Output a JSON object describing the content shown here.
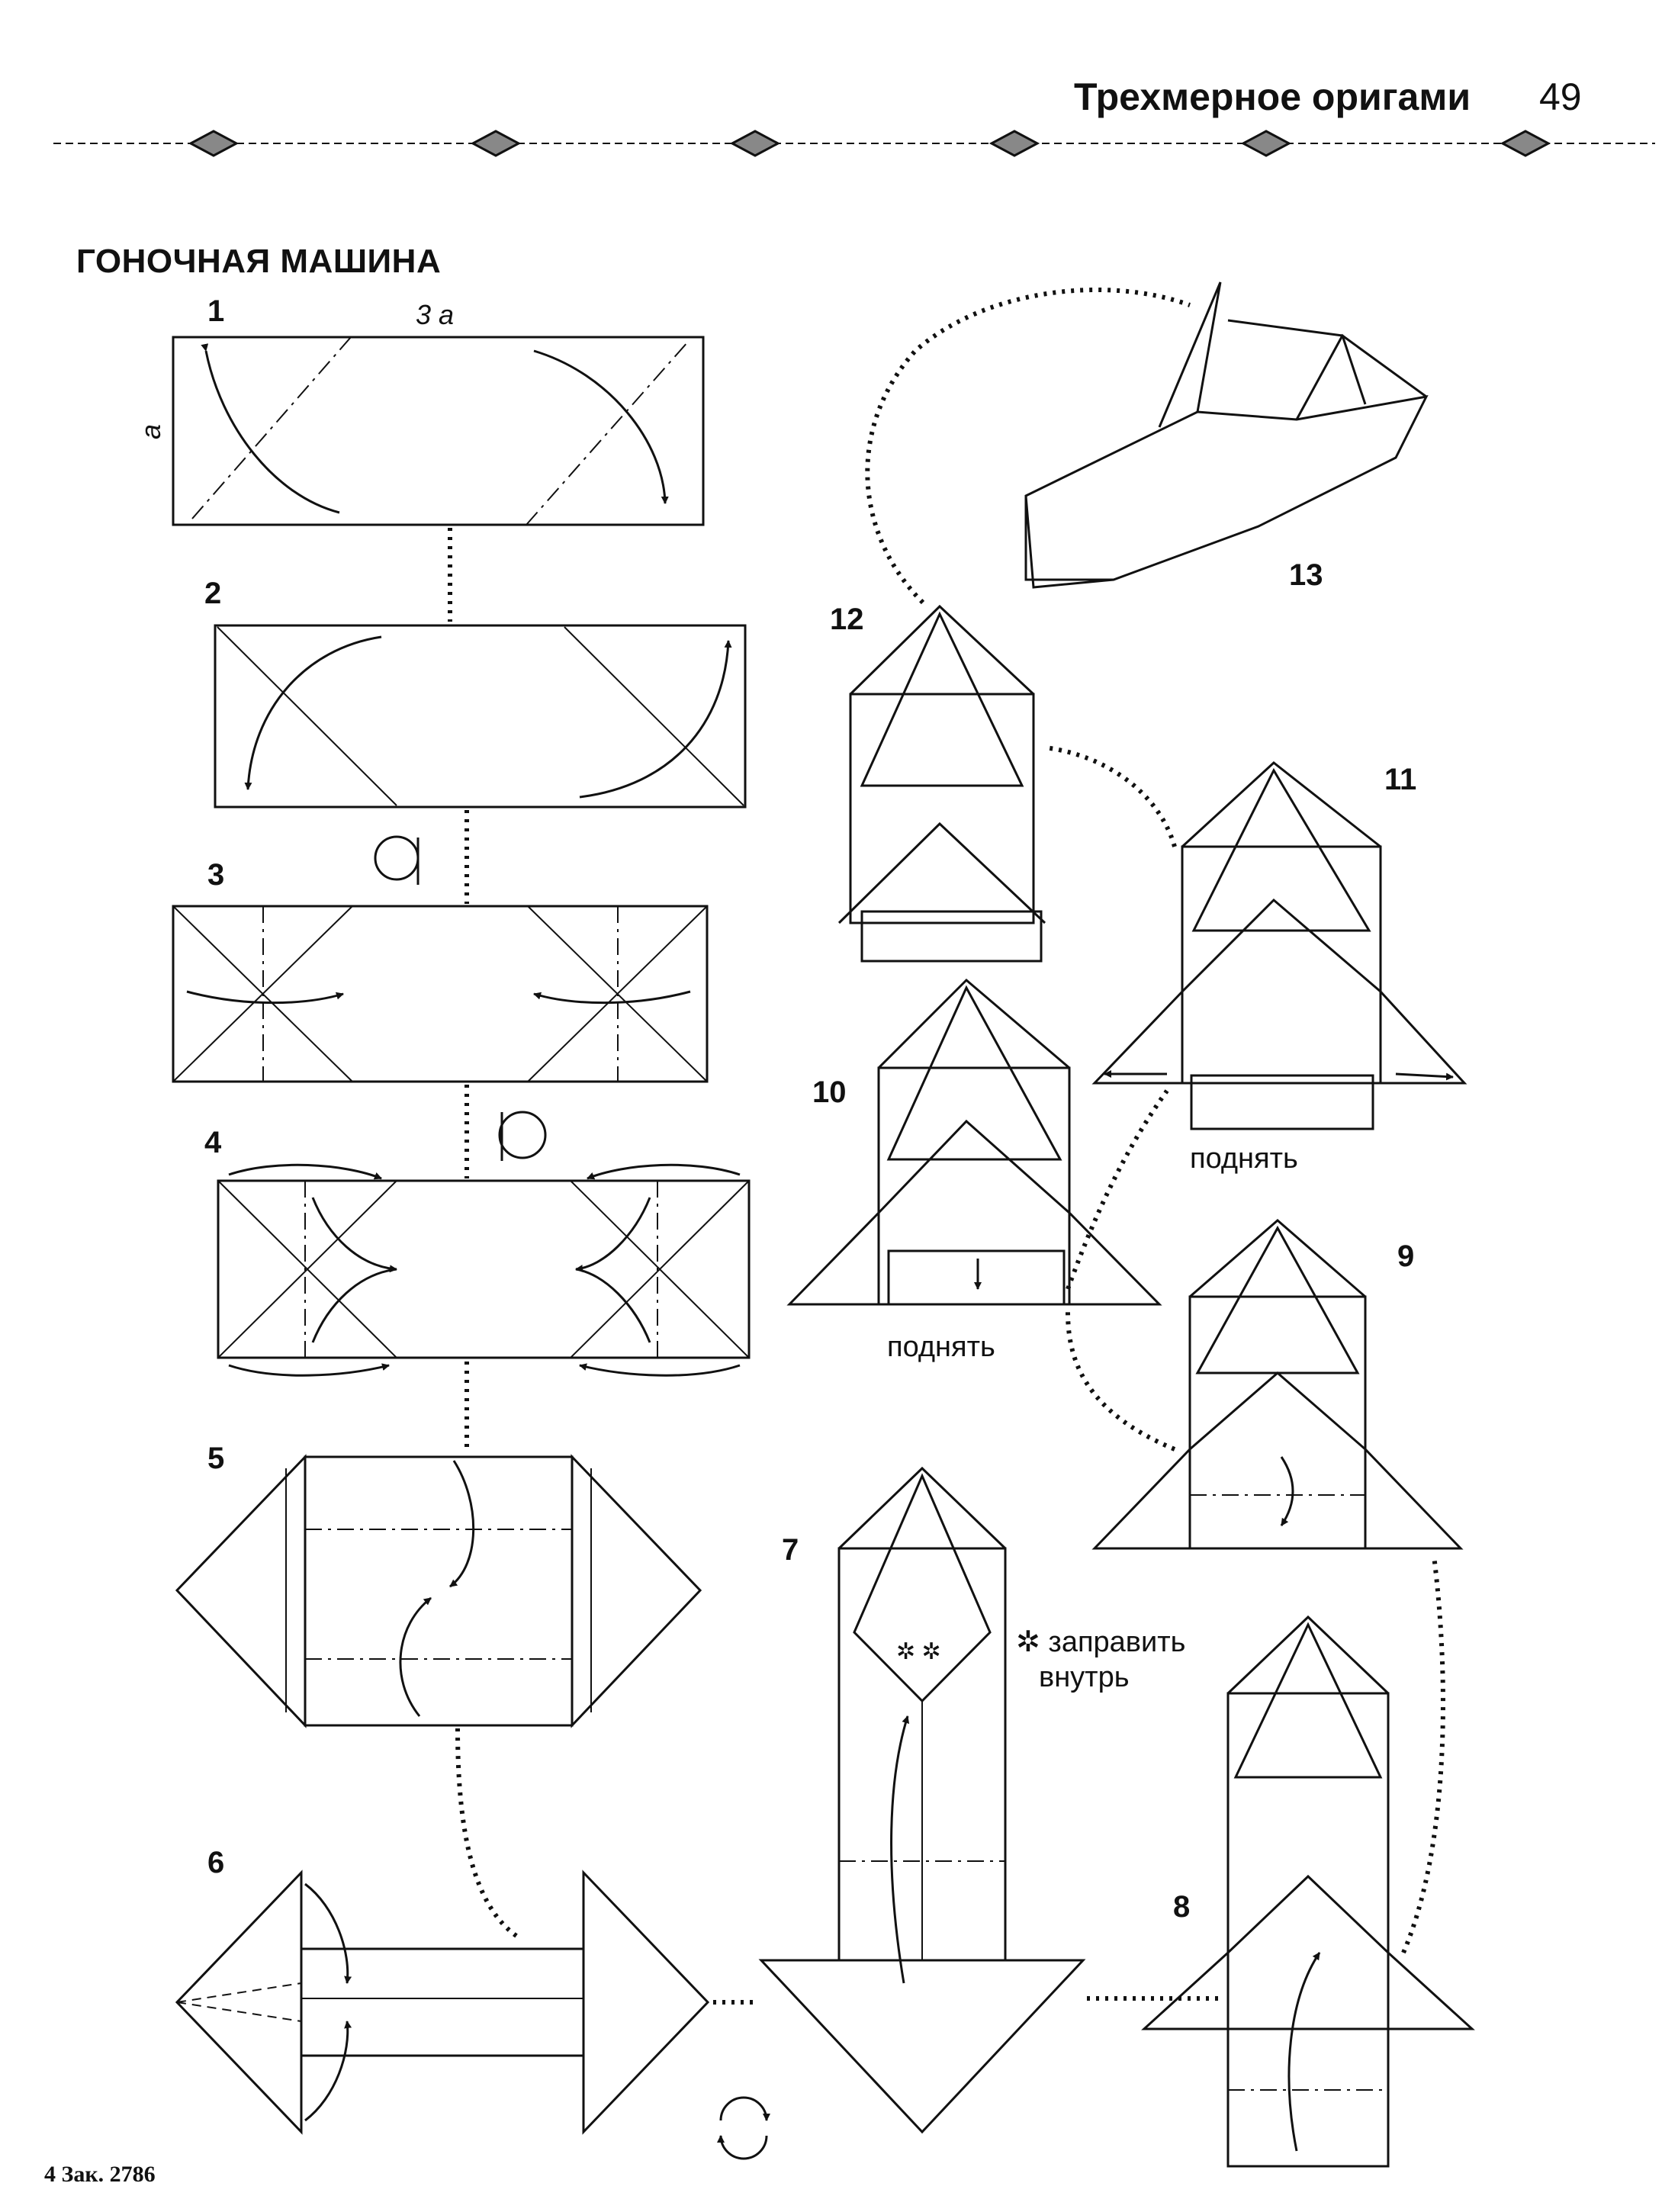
{
  "header": {
    "running_title": "Трехмерное оригами",
    "page_number": "49"
  },
  "section_title": "ГОНОЧНАЯ МАШИНА",
  "dimension_labels": {
    "length": "3 a",
    "width": "a"
  },
  "steps": [
    "1",
    "2",
    "3",
    "4",
    "5",
    "6",
    "7",
    "8",
    "9",
    "10",
    "11",
    "12",
    "13"
  ],
  "annotations": {
    "lift_label_10": "поднять",
    "lift_label_11": "поднять",
    "tuck_line1": "заправить",
    "tuck_line2": "внутрь",
    "tuck_symbol": "✲"
  },
  "footer": "4 Зак. 2786"
}
